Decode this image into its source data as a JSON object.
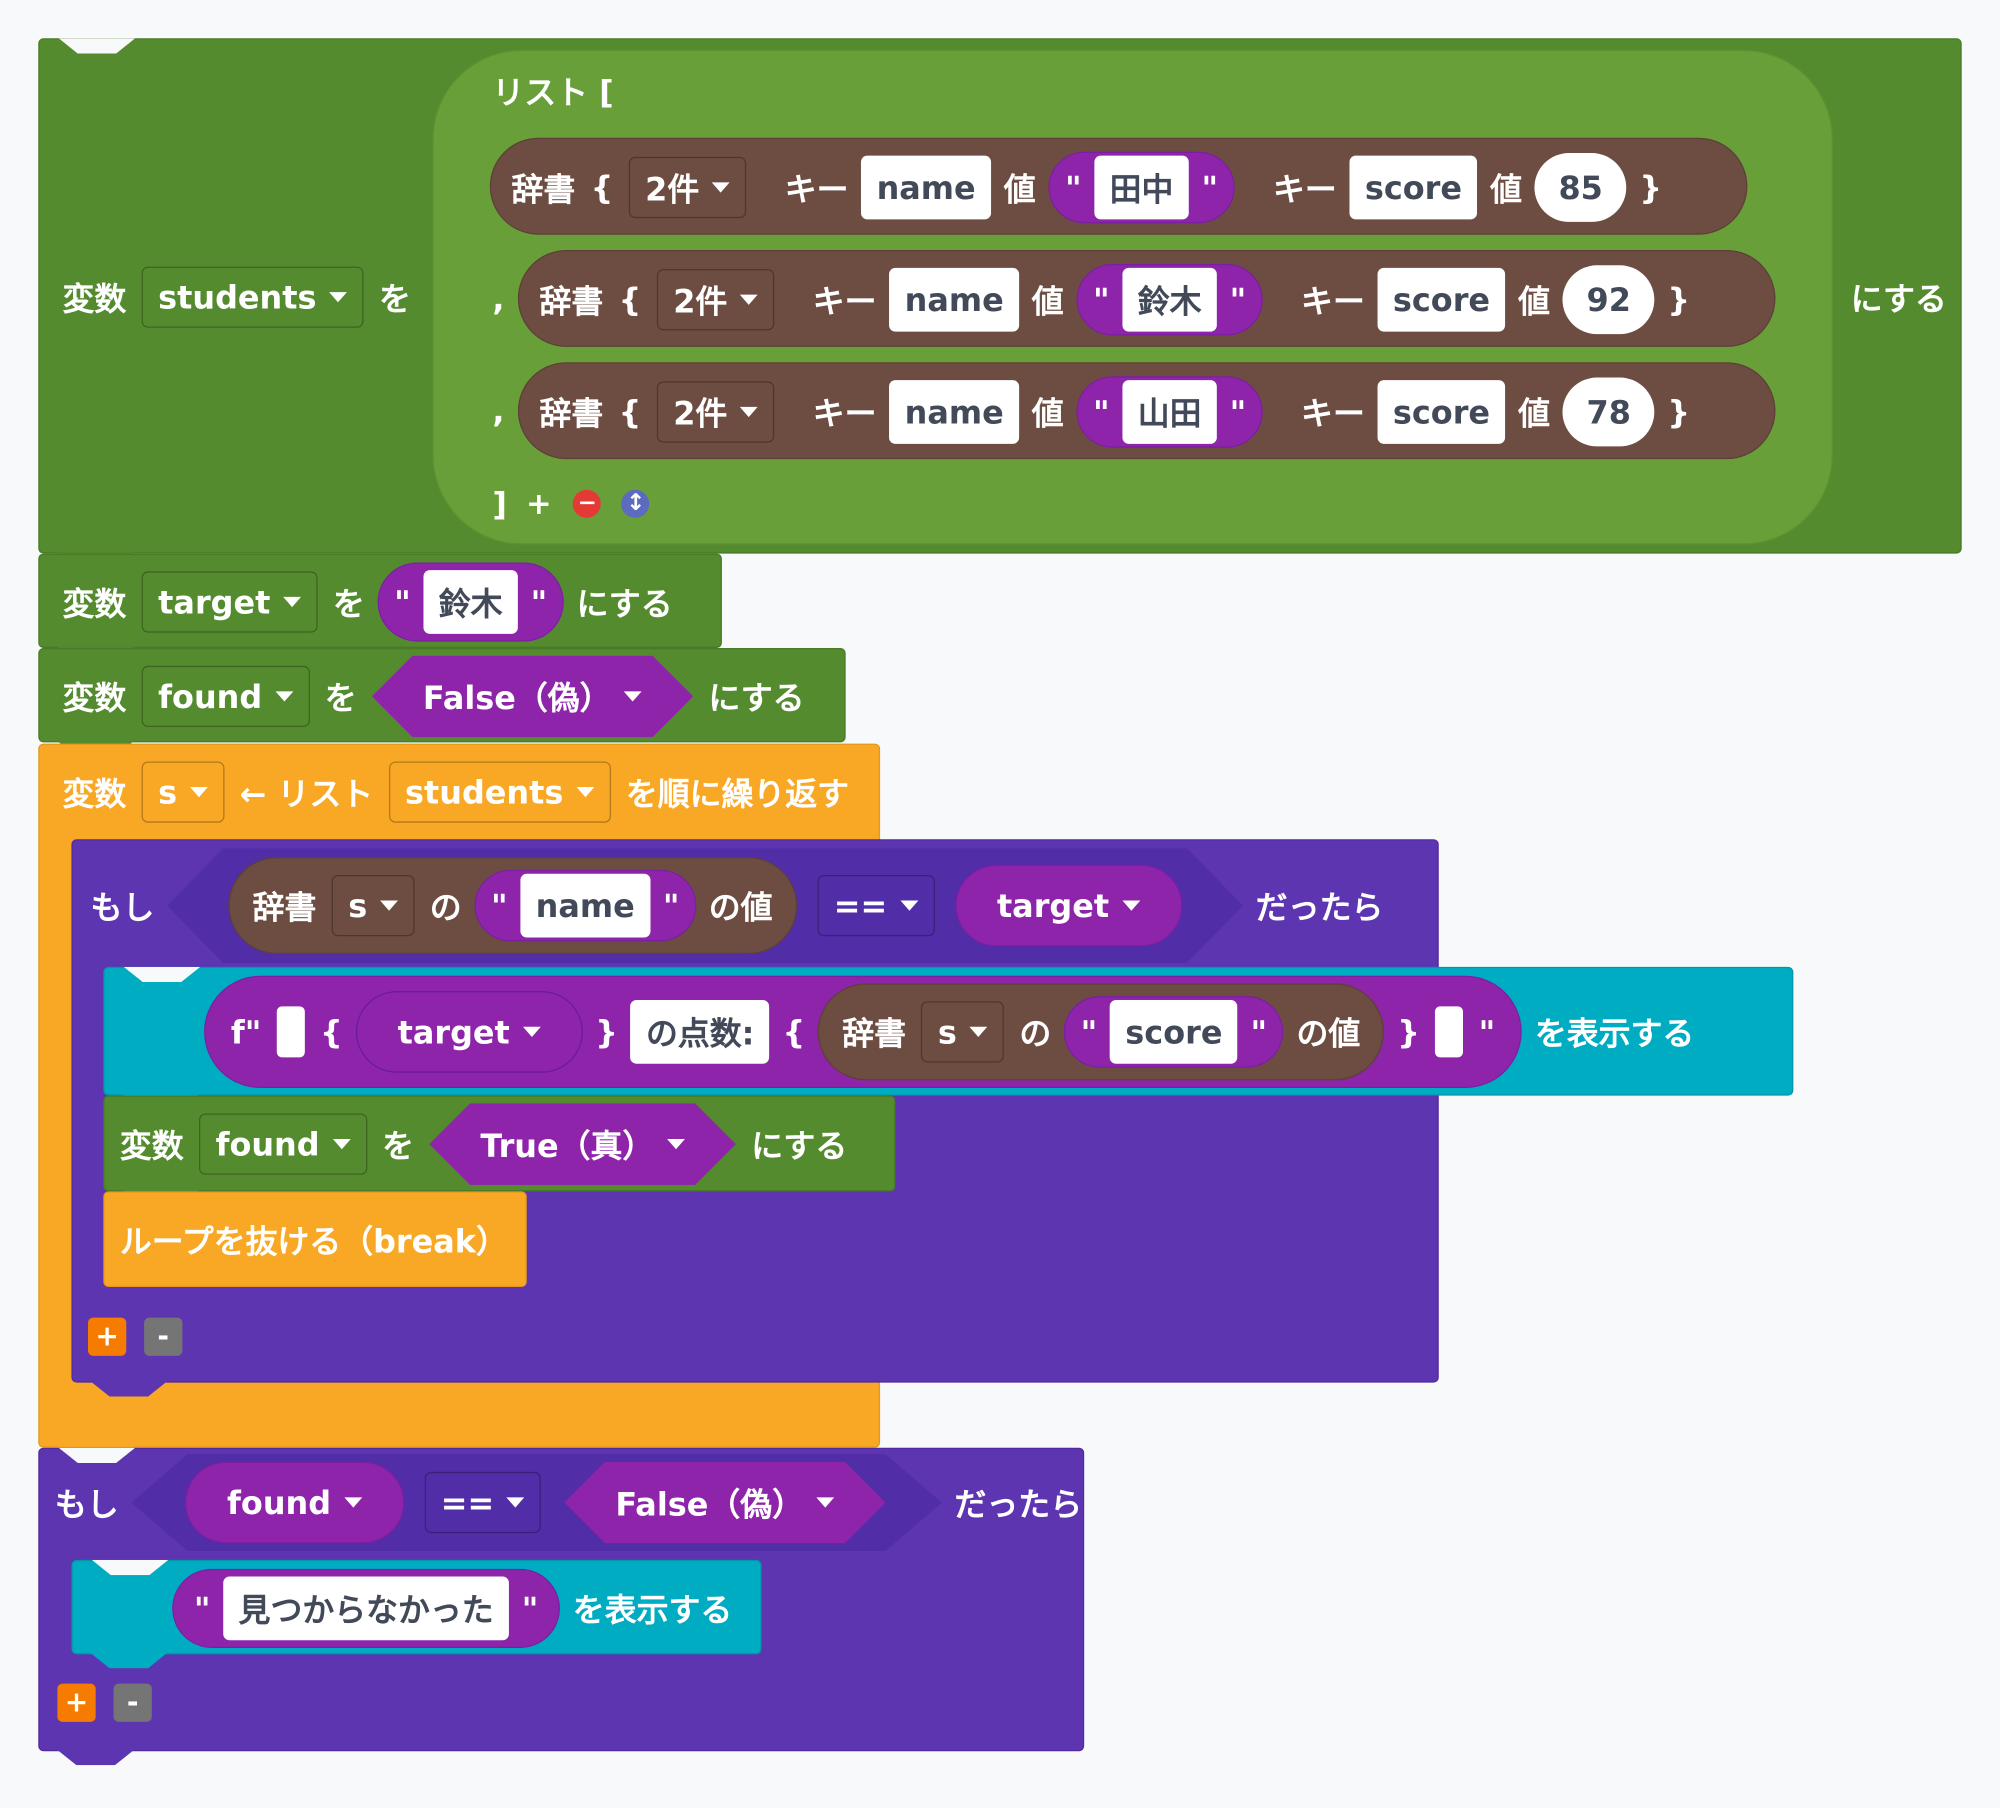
{
  "tokens": {
    "var": "変数",
    "wo": "を",
    "nisuru": "にする",
    "list_open": "リスト [",
    "list_close": "]",
    "dict": "辞書",
    "brace_open": "{",
    "brace_close": "}",
    "key": "キー",
    "val": "値",
    "quote": "\"",
    "comma": ",",
    "moshi": "もし",
    "dattara": "だったら",
    "no": "の",
    "no_val": "の値",
    "hyouji": "を表示する",
    "fstr": "f\"",
    "arrow_list": "← リスト",
    "repeat": "を順に繰り返す",
    "break_label": "ループを抜ける（break）",
    "plus": "+",
    "minus": "-",
    "eq": "==",
    "score_label": "の点数:"
  },
  "dict_count": "2件",
  "name_key": "name",
  "score_key": "score",
  "students": [
    {
      "name": "田中",
      "score": "85"
    },
    {
      "name": "鈴木",
      "score": "92"
    },
    {
      "name": "山田",
      "score": "78"
    }
  ],
  "vars": {
    "students": "students",
    "target": "target",
    "found": "found",
    "s": "s"
  },
  "target_value": "鈴木",
  "bool_false": "False（偽）",
  "bool_true": "True（真）",
  "not_found_msg": "見つからなかった",
  "colors": {
    "variable_block": "#558b2f",
    "list_block": "#689f38",
    "loop_block": "#f9a825",
    "if_block": "#5e35b1",
    "print_block": "#00acc1",
    "string_block": "#8e24aa",
    "dict_block": "#6d4c41"
  }
}
